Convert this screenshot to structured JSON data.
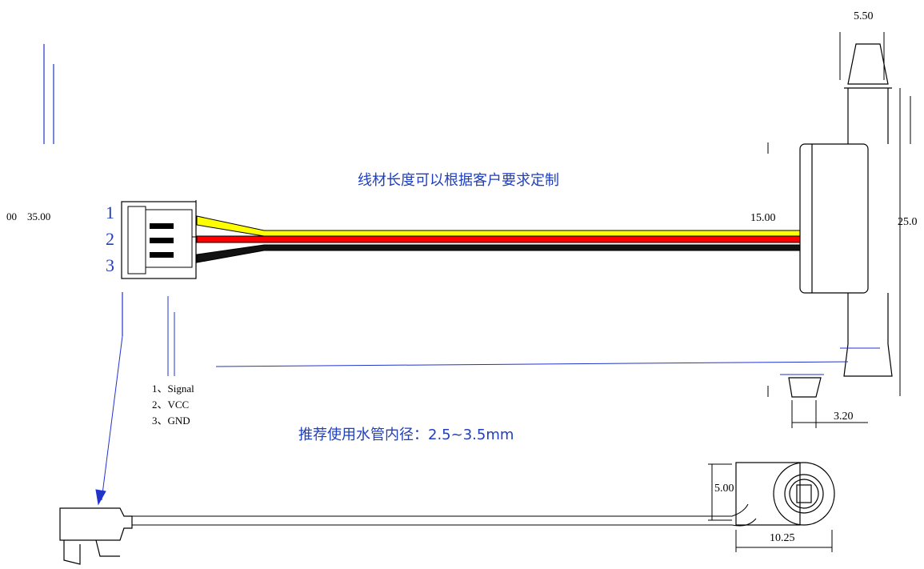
{
  "notes": {
    "length_note": "线材长度可以根据客户要求定制",
    "pipe_note": "推荐使用水管内径：2.5~3.5mm"
  },
  "connector": {
    "pins": [
      "1",
      "2",
      "3"
    ],
    "legend": [
      "1、Signal",
      "2、VCC",
      "3、GND"
    ]
  },
  "dimensions": {
    "top_width": "5.50",
    "left_length": "35.00",
    "left_partial": "00",
    "inlet_width": "15.00",
    "body_height": "25.0",
    "outlet_width": "3.20",
    "side_height": "5.00",
    "side_width": "10.25"
  },
  "wires": {
    "colors": [
      "#ffff00",
      "#ff0000",
      "#000000"
    ]
  }
}
